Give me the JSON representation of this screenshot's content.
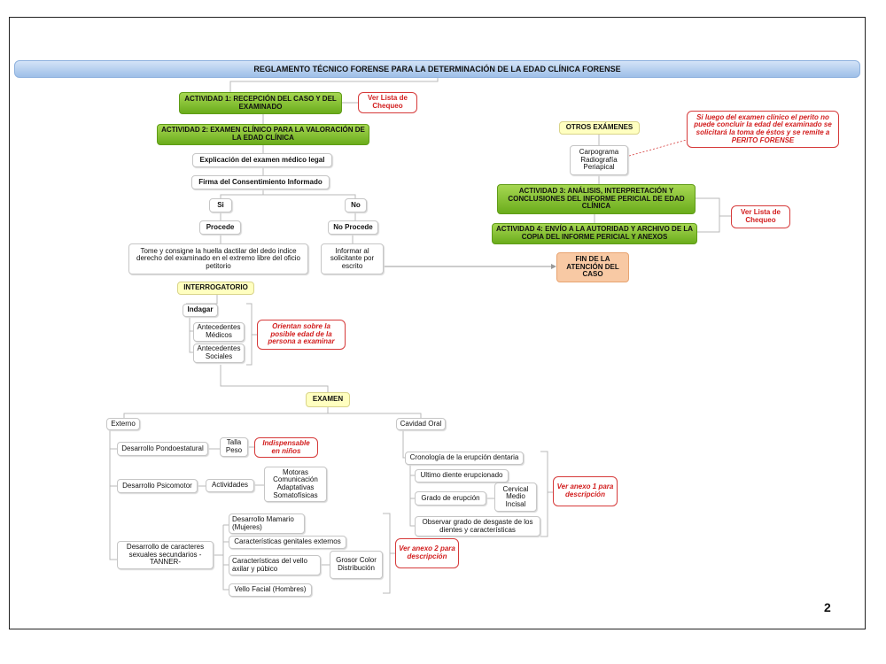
{
  "title": "REGLAMENTO TÉCNICO FORENSE PARA LA DETERMINACIÓN DE LA EDAD CLÍNICA FORENSE",
  "page_number": "2",
  "colors": {
    "activity_green": "#7cbf2a",
    "highlight_yellow": "#ffffc0",
    "end_orange": "#f8c9a4",
    "note_red": "#d21e1e",
    "title_blue": "#a8c6ec"
  },
  "nodes": {
    "actividad_1": "ACTIVIDAD 1: RECEPCIÓN DEL CASO Y DEL EXAMINADO",
    "ver_lista_1": "Ver Lista de Chequeo",
    "actividad_2": "ACTIVIDAD 2: EXAMEN CLÍNICO PARA LA VALORACIÓN DE LA EDAD CLÍNICA",
    "explicacion": "Explicación del examen médico legal",
    "firma": "Firma del Consentimiento Informado",
    "si": "Si",
    "no": "No",
    "procede": "Procede",
    "no_procede": "No Procede",
    "huella": "Tome y consigne la huella dactilar del dedo indice derecho del examinado en el extremo libre del oficio petitorio",
    "informar": "Informar al solicitante por escrito",
    "interrogatorio": "INTERROGATORIO",
    "indagar": "Indagar",
    "ant_medicos": "Antecedentes Médicos",
    "ant_sociales": "Antecedentes Sociales",
    "orientan": "Orientan sobre la posible edad de la persona a examinar",
    "otros_examenes": "OTROS EXÁMENES",
    "carpograma": "Carpograma Radiografía Periapical",
    "nota_perito": "Si luego del examen clínico el perito no puede concluir la edad del examinado se solicitará la toma de éstos y se remite a PERITO FORENSE",
    "actividad_3": "ACTIVIDAD 3: ANÁLISIS, INTERPRETACIÓN Y CONCLUSIONES DEL INFORME PERICIAL DE EDAD CLÍNICA",
    "actividad_4": "ACTIVIDAD 4: ENVÍO A LA AUTORIDAD Y ARCHIVO DE LA COPIA DEL INFORME PERICIAL Y ANEXOS",
    "ver_lista_2": "Ver Lista de Chequeo",
    "fin": "FIN DE LA ATENCIÓN DEL CASO",
    "examen": "EXAMEN",
    "externo": "Externo",
    "cavidad_oral": "Cavidad Oral",
    "desarrollo_pondo": "Desarrollo Pondoestatural",
    "talla_peso": "Talla Peso",
    "indispensable": "Indispensable en niños",
    "desarrollo_psico": "Desarrollo Psicomotor",
    "actividades": "Actividades",
    "motoras": "Motoras Comunicación Adaptativas Somatofísicas",
    "caracteres": "Desarrollo de caracteres sexuales secundarios - TANNER-",
    "mamario": "Desarrollo Mamario (Mujeres)",
    "genitales": "Características genitales externos",
    "vello": "Características del vello axilar y púbico",
    "grosor": "Grosor Color Distribución",
    "vello_facial": "Vello Facial (Hombres)",
    "anexo_2": "Ver anexo 2 para descripción",
    "cronologia": "Cronología de la erupción dentaria",
    "ultimo_diente": "Ultimo diente erupcionado",
    "grado_erupcion": "Grado de erupción",
    "cervical": "Cervical Medio Incisal",
    "desgaste": "Observar grado de desgaste de los dientes y características",
    "anexo_1": "Ver anexo 1 para descripción"
  }
}
